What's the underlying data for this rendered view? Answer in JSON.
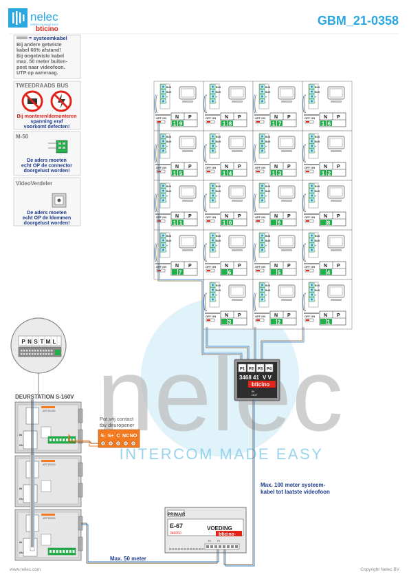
{
  "header": {
    "brand": "nelec",
    "brand_tagline": "INTERCOM MADE EASY",
    "partner": "bticino",
    "doc_code": "GBM_21-0358"
  },
  "watermark": {
    "word": "nelec",
    "tagline": "INTERCOM MADE EASY"
  },
  "legend": {
    "systeemkabel": {
      "title": "= systeemkabel",
      "lines": [
        "Bij andere getwiste",
        "kabel 66% afstand!",
        "Bij ongetwiste kabel",
        "max. 50 meter buiten-",
        "post naar videofoon.",
        "UTP op aanvraag."
      ]
    },
    "tweedraads": {
      "title": "TWEEDRAADS BUS",
      "lines": [
        "Bij monteren/demonteren",
        "spanning eraf",
        "voorkomt defecten!"
      ]
    },
    "m50": {
      "title": "M-50",
      "lines": [
        "De aders moeten",
        "echt OP de connector",
        "doorgelust worden!"
      ]
    },
    "videoverdeler": {
      "title": "VideoVerdeler",
      "lines": [
        "De aders moeten",
        "echt OP de klemmen",
        "doorgelust worden!"
      ]
    }
  },
  "videophone": {
    "terminal_labels": [
      "BUS",
      "BUS",
      "+",
      "-"
    ],
    "offon": "OFF ON",
    "n": "N",
    "p": "P"
  },
  "videophones": [
    {
      "num": "19"
    },
    {
      "num": "18"
    },
    {
      "num": "17"
    },
    {
      "num": "16"
    },
    {
      "num": "15"
    },
    {
      "num": "14"
    },
    {
      "num": "13"
    },
    {
      "num": "12"
    },
    {
      "num": "11"
    },
    {
      "num": "10"
    },
    {
      "num": "9"
    },
    {
      "num": "8"
    },
    {
      "num": "7"
    },
    {
      "num": "6"
    },
    {
      "num": "5"
    },
    {
      "num": "4"
    },
    {
      "num": "3"
    },
    {
      "num": "2"
    },
    {
      "num": "1"
    }
  ],
  "connector_zoom": {
    "labels": [
      "P",
      "N",
      "S",
      "T",
      "M",
      "L"
    ]
  },
  "door_station": {
    "title": "DEURSTATION S-160V",
    "module_in": "IN",
    "module_out": "OUT",
    "module_codes": [
      "ART351000",
      "ART352000",
      "ART353000"
    ]
  },
  "relay": {
    "title_lines": [
      "Pot.vrij contact",
      "tbv deuropener"
    ],
    "terminals": [
      "S-",
      "S+",
      "C",
      "NC",
      "NO"
    ]
  },
  "distributor": {
    "ports": [
      "P1",
      "P2",
      "P3",
      "P4"
    ],
    "model": "3468 41",
    "vv": "V V",
    "brand": "bticino",
    "in_label": "IN",
    "out_label": "OUT"
  },
  "power": {
    "primair": "PRIMAIR",
    "model": "E-67",
    "voeding": "VOEDING",
    "code": "346050",
    "brand": "bticino",
    "terminals": [
      "TK",
      "PI"
    ]
  },
  "notes": {
    "max100_lines": [
      "Max. 100 meter systeem-",
      "kabel tot laatste videofoon"
    ],
    "max50": "Max. 50 meter"
  },
  "footer": {
    "left": "www.nelec.com",
    "right": "Copyright Nelec BV"
  },
  "colors": {
    "accent": "#2aa6e0",
    "brand_red": "#e2231a",
    "green": "#22b04a",
    "orange": "#f47a20",
    "watermark_gray": "#bdbdbd",
    "watermark_blue": "#a8dcf0",
    "text_blue": "#1f3c8c"
  }
}
